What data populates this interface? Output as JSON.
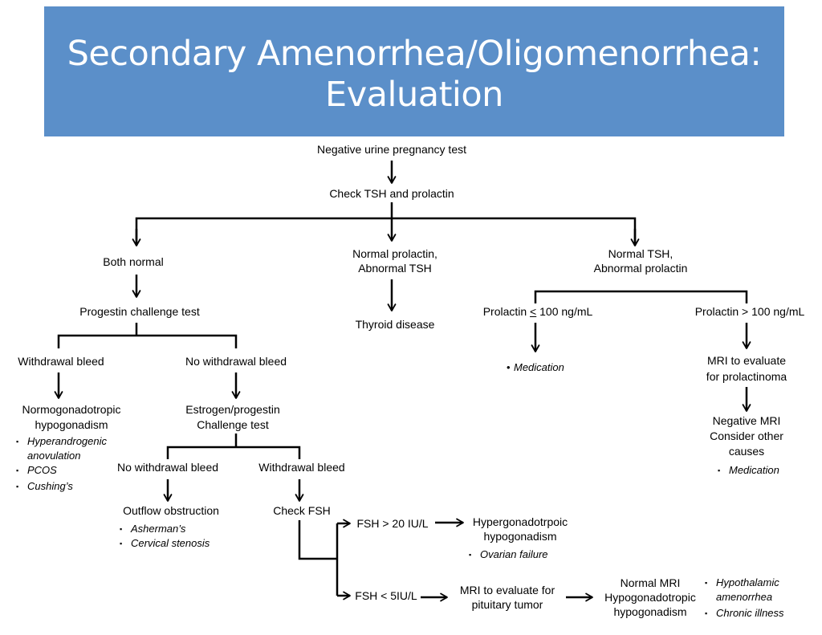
{
  "title": {
    "line1": "Secondary Amenorrhea/Oligomenorrhea:",
    "line2": "Evaluation"
  },
  "nodes": {
    "pregnancy_test": "Negative urine pregnancy test",
    "check_tsh": "Check TSH and prolactin",
    "both_normal": "Both normal",
    "normal_prolactin": {
      "l1": "Normal prolactin,",
      "l2": "Abnormal TSH"
    },
    "normal_tsh": {
      "l1": "Normal TSH,",
      "l2": "Abnormal prolactin"
    },
    "progestin_test": "Progestin challenge test",
    "thyroid_disease": "Thyroid disease",
    "prolactin_low": {
      "pre": "Prolactin ",
      "lt": "<",
      "post": " 100 ng/mL"
    },
    "prolactin_high": "Prolactin > 100 ng/mL",
    "withdrawal_bleed_1": "Withdrawal bleed",
    "no_withdrawal_bleed_1": "No withdrawal bleed",
    "medication_1": "Medication",
    "mri_prolactinoma": {
      "l1": "MRI to evaluate",
      "l2": "for prolactinoma"
    },
    "normogonadotropic": {
      "l1": "Normogonadotropic",
      "l2": "hypogonadism"
    },
    "normo_bullets": [
      "Hyperandrogenic",
      "anovulation",
      "PCOS",
      "Cushing’s"
    ],
    "estrogen_test": {
      "l1": "Estrogen/progestin",
      "l2": "Challenge test"
    },
    "negative_mri": {
      "l1": "Negative MRI",
      "l2": "Consider other",
      "l3": "causes"
    },
    "medication_2": "Medication",
    "no_withdrawal_bleed_2": "No withdrawal bleed",
    "withdrawal_bleed_2": "Withdrawal bleed",
    "outflow": "Outflow obstruction",
    "outflow_bullets": [
      "Asherman’s",
      "Cervical stenosis"
    ],
    "check_fsh": "Check FSH",
    "fsh_high": "FSH > 20 IU/L",
    "hypergonadotropic": {
      "l1": "Hypergonadotrpoic",
      "l2": "hypogonadism"
    },
    "ovarian_failure": "Ovarian failure",
    "fsh_low": "FSH < 5IU/L",
    "mri_pituitary": {
      "l1": "MRI to evaluate for",
      "l2": "pituitary tumor"
    },
    "normal_mri": {
      "l1": "Normal MRI",
      "l2": "Hypogonadotropic",
      "l3": "hypogonadism"
    },
    "hypo_bullets": [
      "Hypothalamic",
      "amenorrhea",
      "Chronic illness"
    ]
  },
  "glyphs": {
    "square_bullet": "▪",
    "dot_bullet": "•"
  },
  "colors": {
    "banner": "#5b8fc9",
    "title_text": "#ffffff",
    "lines": "#000000"
  }
}
